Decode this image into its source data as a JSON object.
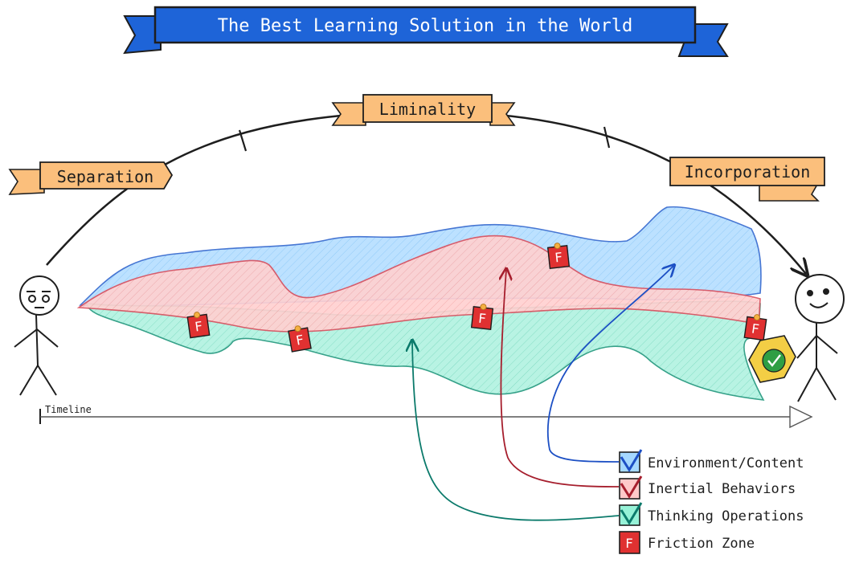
{
  "banner": {
    "title": "The Best Learning Solution in the World"
  },
  "phases": {
    "separation": "Separation",
    "liminality": "Liminality",
    "incorporation": "Incorporation"
  },
  "timeline": {
    "label": "Timeline"
  },
  "friction": {
    "marker": "F"
  },
  "legend": {
    "environment": "Environment/Content",
    "inertial": "Inertial Behaviors",
    "thinking": "Thinking Operations",
    "friction": "Friction Zone"
  },
  "colors": {
    "banner": "#1e64d8",
    "tag": "#fbbf7c",
    "environment": "#a5d8ff",
    "inertial": "#ffc9c9",
    "thinking": "#96f2d7",
    "friction": "#e03131",
    "success": "#2f9e44"
  }
}
